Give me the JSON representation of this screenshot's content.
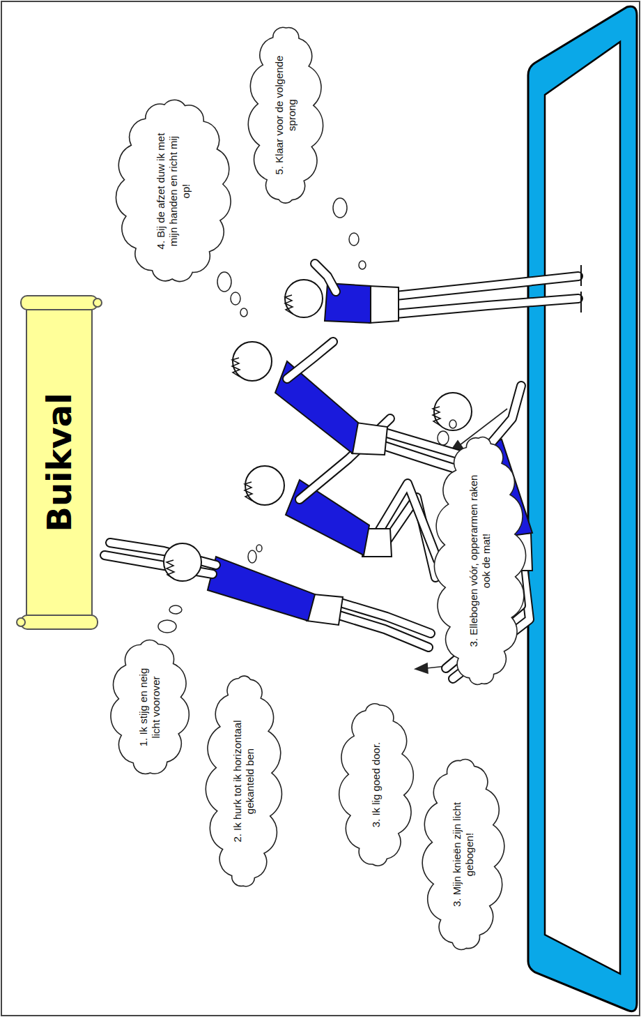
{
  "diagram": {
    "title": "Buikval",
    "nodes": [
      {
        "text": [
          "1. Ik stijg en neig licht voorover"
        ]
      },
      {
        "text": [
          "2. Ik hurk tot ik horizontaal gekanteld ben"
        ]
      },
      {
        "text": [
          "3. Ik lig goed door."
        ]
      },
      {
        "text": [
          "3. Mijn knieën zijn licht gebogen!"
        ]
      },
      {
        "text": [
          "3. Ellebogen vóór, opperarmen raken ook de mat!"
        ]
      },
      {
        "text": [
          "4. Bij de afzet duw ik met mijn handen en richt mij op!"
        ]
      },
      {
        "text": [
          "5. Klaar voor de volgende sprong"
        ]
      }
    ]
  }
}
